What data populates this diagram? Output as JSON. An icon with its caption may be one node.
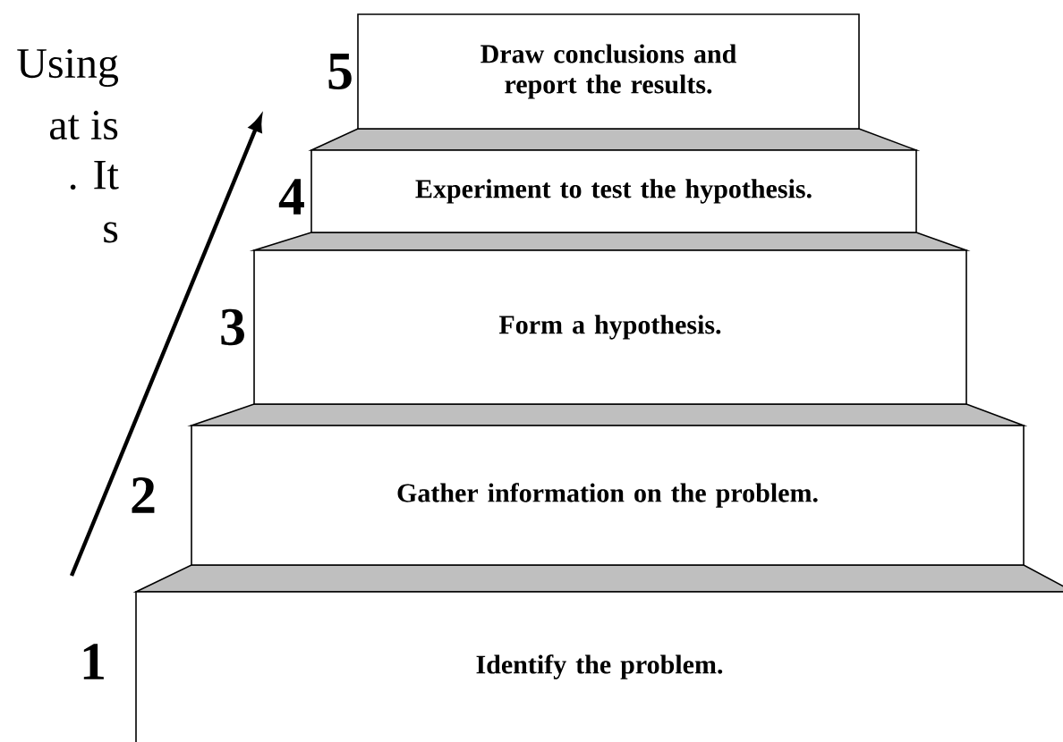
{
  "diagram": {
    "nodes": [
      {
        "text": [
          "Draw conclusions and report the results."
        ]
      },
      {
        "text": [
          "Experiment to test the hypothesis."
        ]
      },
      {
        "text": [
          "Form a hypothesis."
        ]
      },
      {
        "text": [
          "Gather information on the problem."
        ]
      },
      {
        "text": [
          "Identify the problem."
        ]
      }
    ],
    "labels": [
      "Using",
      "at is",
      ". It",
      "s",
      "5",
      "4",
      "3",
      "2",
      "1"
    ]
  }
}
